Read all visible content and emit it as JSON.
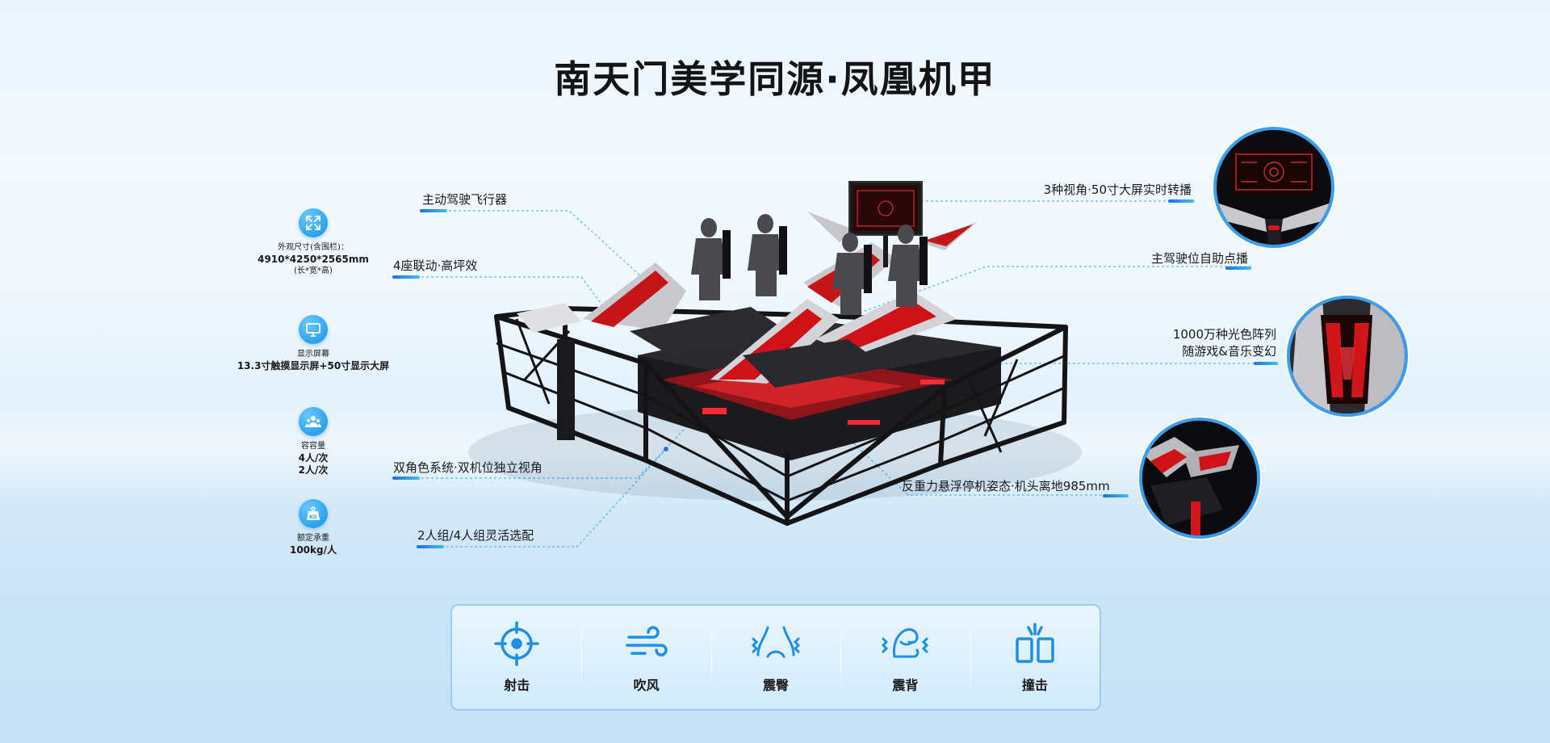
{
  "title": "南天门美学同源·凤凰机甲",
  "specs": [
    {
      "icon": "expand-arrows-icon",
      "lines": [
        "外观尺寸(含围栏)：",
        "4910*4250*2565mm",
        "(长*宽*高)"
      ]
    },
    {
      "icon": "monitor-icon",
      "lines": [
        "显示屏幕",
        "13.3寸触摸显示屏+50寸显示大屏"
      ]
    },
    {
      "icon": "people-icon",
      "lines": [
        "容容量",
        "4人/次",
        "2人/次"
      ]
    },
    {
      "icon": "weight-icon",
      "icon_text": "KG",
      "lines": [
        "额定承重",
        "100kg/人"
      ]
    }
  ],
  "callouts": {
    "left": [
      "主动驾驶飞行器",
      "4座联动·高坪效",
      "双角色系统·双机位独立视角",
      "2人组/4人组灵活选配"
    ],
    "right": [
      "3种视角·50寸大屏实时转播",
      "主驾驶位自助点播",
      "1000万种光色阵列",
      "随游戏&音乐变幻",
      "反重力悬浮停机姿态·机头离地985mm"
    ]
  },
  "features": [
    {
      "icon": "crosshair-icon",
      "label": "射击"
    },
    {
      "icon": "wind-icon",
      "label": "吹风"
    },
    {
      "icon": "arm-vibration-icon",
      "label": "震臀"
    },
    {
      "icon": "back-vibration-icon",
      "label": "震背"
    },
    {
      "icon": "impact-icon",
      "label": "撞击"
    }
  ],
  "colors": {
    "accent": "#2aa3ec",
    "bar_start": "#1f6fe0",
    "bar_end": "#3cc0f0",
    "machine_red": "#d0151b"
  }
}
